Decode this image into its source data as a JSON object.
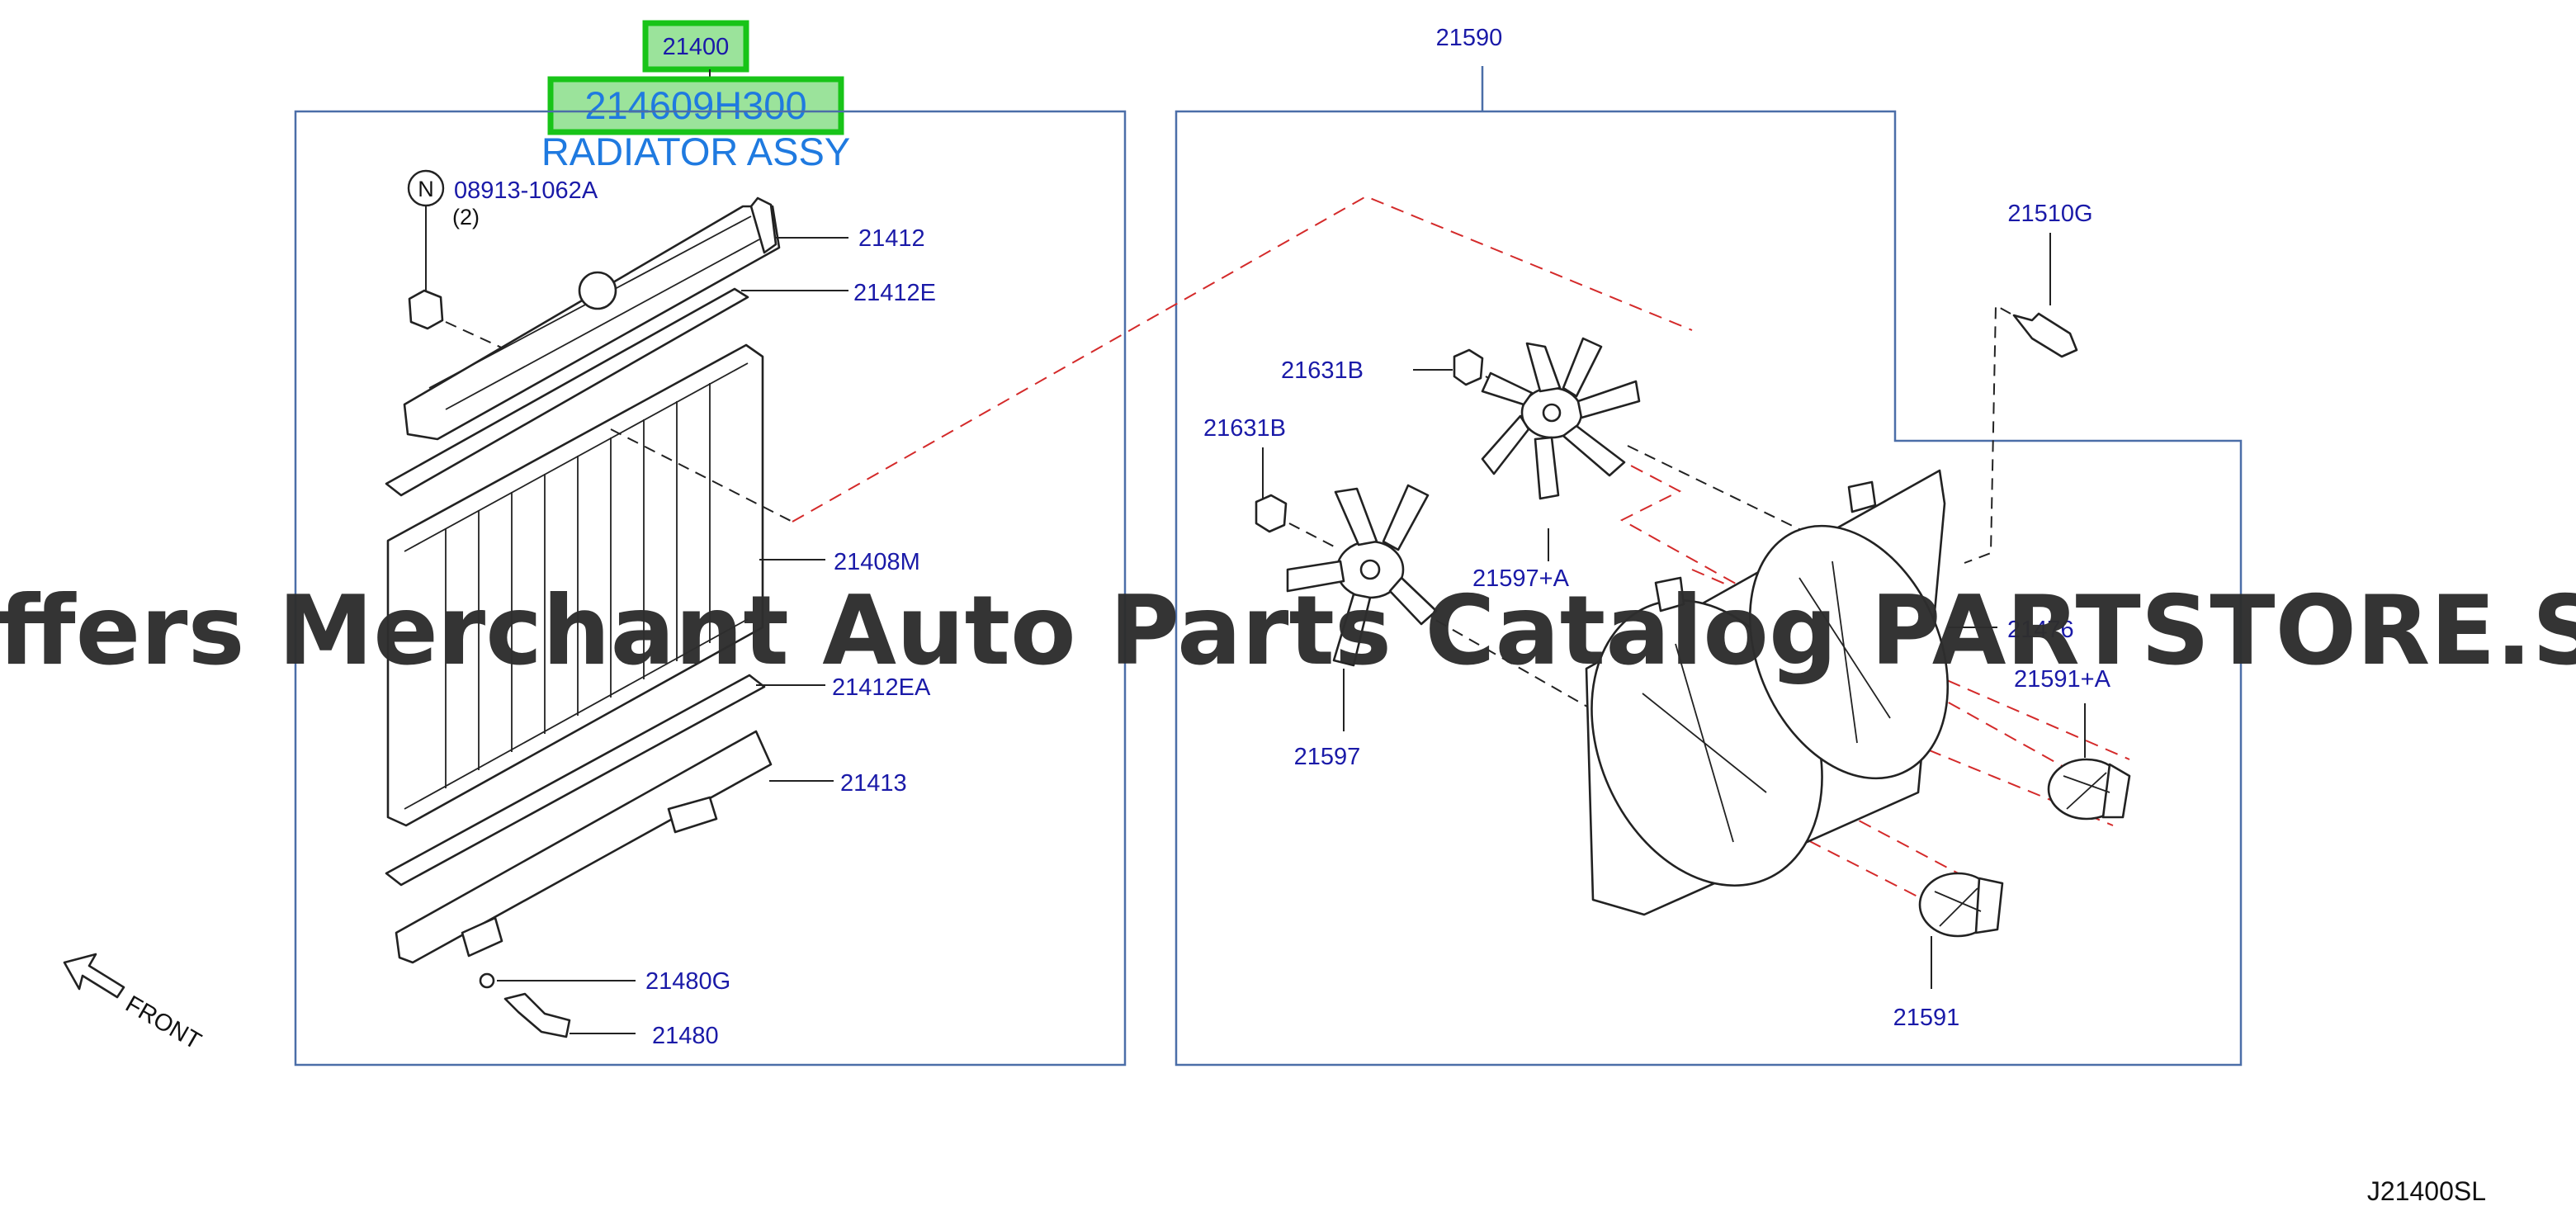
{
  "diagram": {
    "assembly": {
      "parent_code": "21400",
      "part_number": "214609H300",
      "name": "RADIATOR ASSY",
      "highlight_color": "#18c418",
      "link_color": "#1f7ae0"
    },
    "group_code": "21590",
    "left_callouts": {
      "clip_symbol": "N",
      "clip": "08913-1062A",
      "clip_qty": "(2)",
      "upper_tank": "21412",
      "upper_seal": "21412E",
      "core": "21408M",
      "lower_seal": "21412EA",
      "lower_tank": "21413",
      "drain_gasket": "21480G",
      "drain_plug": "21480"
    },
    "right_callouts": {
      "bolt": "21510G",
      "nut_upper": "21631B",
      "nut_lower": "21631B",
      "fan_upper": "21597+A",
      "fan_lower": "21597",
      "shroud": "21476",
      "motor_upper": "21591+A",
      "motor_lower": "21591"
    },
    "front_label": "FRONT",
    "drawing_code": "J21400SL",
    "watermark": "Offers Merchant Auto Parts Catalog PARTSTORE.SA"
  }
}
